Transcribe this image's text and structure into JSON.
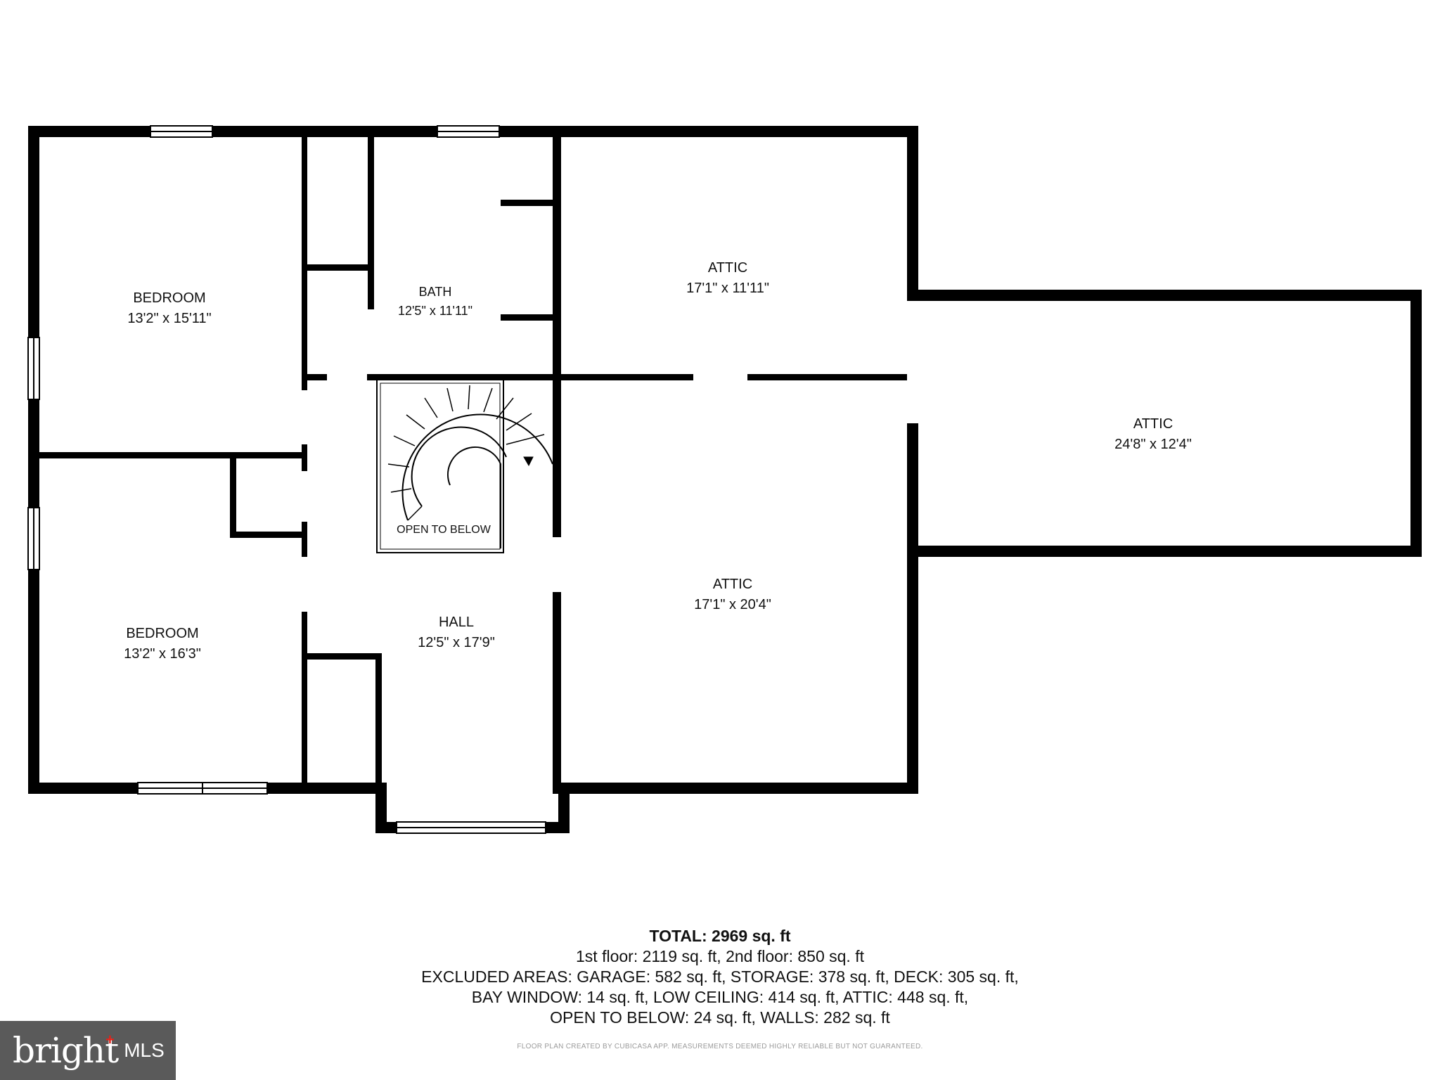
{
  "rooms": [
    {
      "name": "BEDROOM",
      "dim": "13'2\" x 15'11\""
    },
    {
      "name": "BATH",
      "dim": "12'5\" x 11'11\""
    },
    {
      "name": "ATTIC",
      "dim": "17'1\" x 11'11\""
    },
    {
      "name": "ATTIC",
      "dim": "24'8\" x 12'4\""
    },
    {
      "name": "BEDROOM",
      "dim": "13'2\" x 16'3\""
    },
    {
      "name": "HALL",
      "dim": "12'5\" x 17'9\""
    },
    {
      "name": "ATTIC",
      "dim": "17'1\" x 20'4\""
    }
  ],
  "stairs": {
    "label": "OPEN TO BELOW"
  },
  "summary": {
    "total": "TOTAL: 2969 sq. ft",
    "lines": [
      "1st floor: 2119 sq. ft, 2nd floor: 850 sq. ft",
      "EXCLUDED AREAS: GARAGE: 582 sq. ft, STORAGE: 378 sq. ft, DECK: 305 sq. ft,",
      "BAY WINDOW: 14 sq. ft, LOW CEILING: 414 sq. ft, ATTIC: 448 sq. ft,",
      "OPEN TO BELOW: 24 sq. ft, WALLS: 282 sq. ft"
    ]
  },
  "disclaimer": "FLOOR PLAN CREATED BY CUBICASA APP. MEASUREMENTS DEEMED HIGHLY RELIABLE BUT NOT GUARANTEED.",
  "logo": {
    "word": "bright",
    "mls": "MLS",
    "accent_color": "#e2231a"
  },
  "colors": {
    "wall": "#000000",
    "background": "#ffffff"
  }
}
